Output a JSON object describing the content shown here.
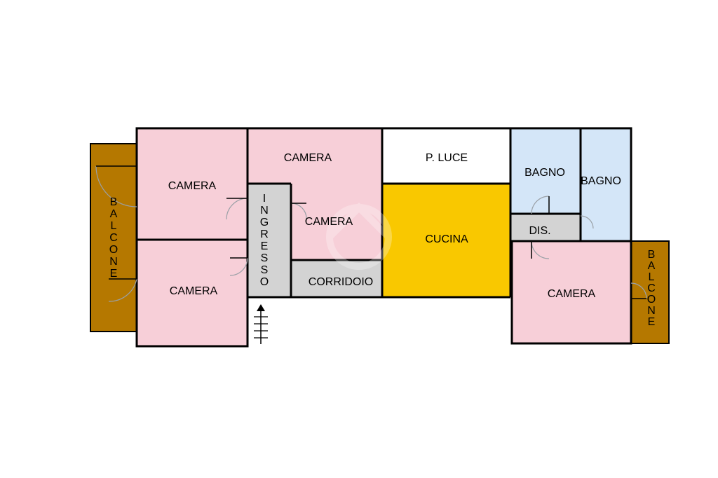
{
  "colors": {
    "camera": "#f7cfd8",
    "bagno": "#d4e6f8",
    "service": "#d3d3d3",
    "cucina": "#f9c800",
    "balcone": "#b57800",
    "luce": "#ffffff",
    "wall": "#000000"
  },
  "rooms": {
    "camera_1": "CAMERA",
    "camera_2": "CAMERA",
    "camera_3": "CAMERA",
    "camera_4": "CAMERA",
    "camera_5": "CAMERA",
    "p_luce": "P. LUCE",
    "bagno_1": "BAGNO",
    "bagno_2": "BAGNO",
    "dis": "DIS.",
    "cucina": "CUCINA",
    "corridoio": "CORRIDOIO",
    "ingresso": "INGRESSO",
    "balcone_left": "BALCONE",
    "balcone_right": "BALCONE"
  },
  "icons": {
    "entrance": "entrance-stairs-arrow-icon",
    "watermark": "watermark-logo"
  }
}
